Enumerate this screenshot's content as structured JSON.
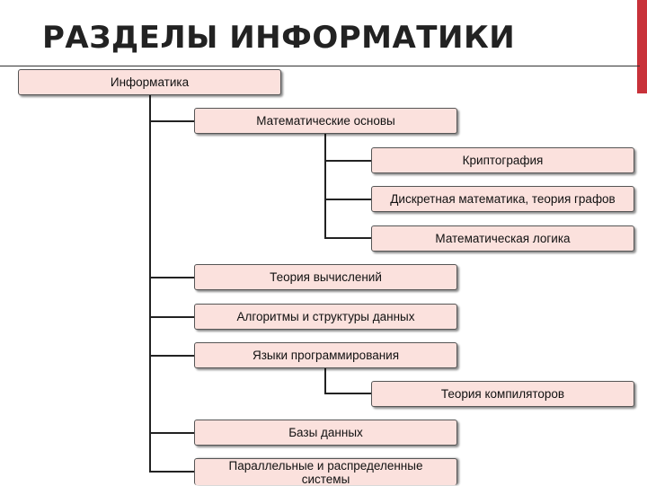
{
  "title": "РАЗДЕЛЫ ИНФОРМАТИКИ",
  "colors": {
    "node_fill": "#fbe1dd",
    "accent": "#c8323a",
    "title": "#222222"
  },
  "nodes": {
    "root": "Информатика",
    "math": "Математические основы",
    "crypto": "Криптография",
    "discrete": "Дискретная математика, теория графов",
    "logic": "Математическая логика",
    "computation": "Теория вычислений",
    "algorithms": "Алгоритмы и структуры данных",
    "languages": "Языки программирования",
    "compilers": "Теория компиляторов",
    "databases": "Базы данных",
    "parallel": "Параллельные и распределенные системы"
  }
}
